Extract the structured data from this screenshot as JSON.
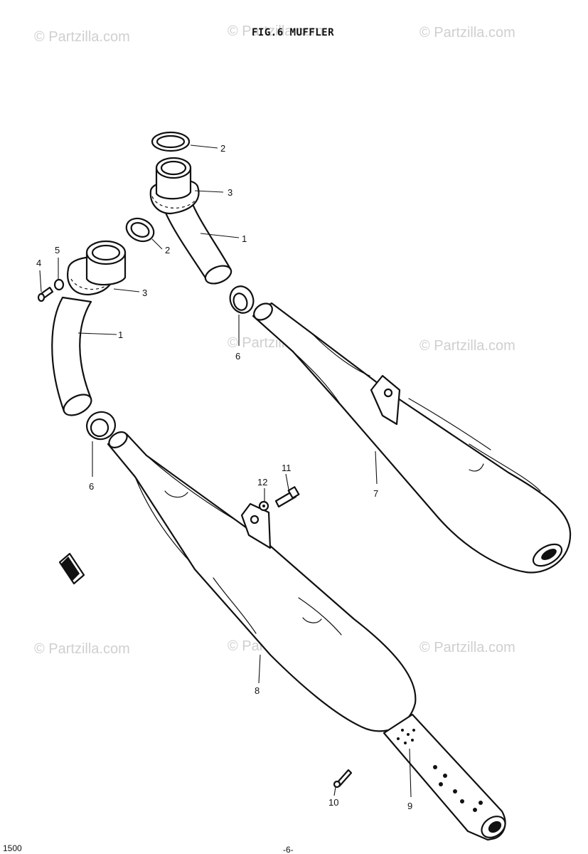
{
  "title": "FIG.6  MUFFLER",
  "watermark": "© Partzilla.com",
  "callouts": {
    "n1a": "1",
    "n1b": "1",
    "n2a": "2",
    "n2b": "2",
    "n3a": "3",
    "n3b": "3",
    "n4": "4",
    "n5": "5",
    "n6a": "6",
    "n6b": "6",
    "n7": "7",
    "n8": "8",
    "n9": "9",
    "n10": "10",
    "n11": "11",
    "n12": "12"
  },
  "footer_left": "1500",
  "page_number": "-6-"
}
